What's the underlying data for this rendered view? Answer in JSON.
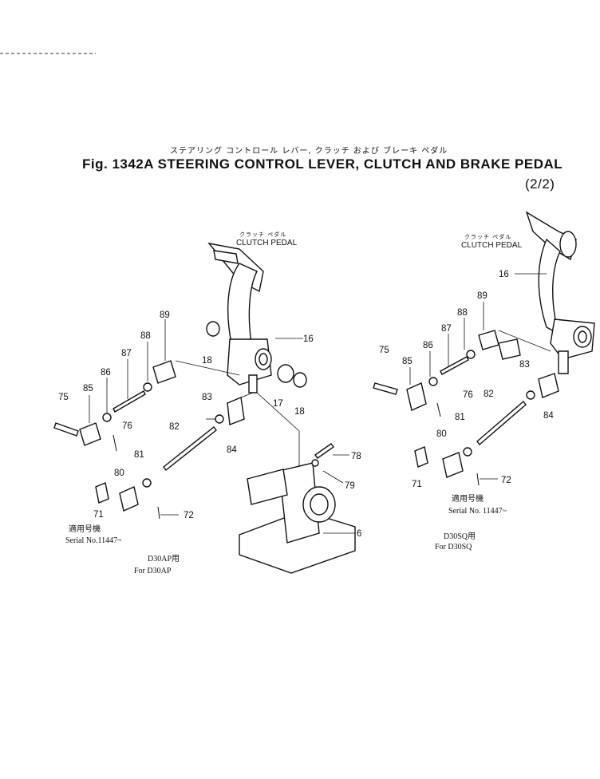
{
  "title": {
    "japanese": "ステアリング コントロール レバー, クラッチ および ブレーキ ペダル",
    "english": "Fig. 1342A STEERING CONTROL LEVER, CLUTCH AND BRAKE PEDAL",
    "page": "(2/2)"
  },
  "left_view": {
    "heading_jp": "クラッチ ペダル",
    "heading_en": "CLUTCH PEDAL",
    "callouts": {
      "c89": "89",
      "c88": "88",
      "c87": "87",
      "c86": "86",
      "c85": "85",
      "c75": "75",
      "c76": "76",
      "c18a": "18",
      "c16": "16",
      "c17": "17",
      "c18b": "18",
      "c83": "83",
      "c82": "82",
      "c84": "84",
      "c81": "81",
      "c80": "80",
      "c71": "71",
      "c72": "72",
      "c78": "78",
      "c79": "79",
      "c6": "6"
    },
    "serial_jp": "適用号機",
    "serial_en": "Serial No.11447~",
    "model_jp": "D30AP用",
    "model_en": "For D30AP"
  },
  "right_view": {
    "heading_jp": "クラッチ ペダル",
    "heading_en": "CLUTCH PEDAL",
    "callouts": {
      "c16": "16",
      "c89": "89",
      "c88": "88",
      "c87": "87",
      "c86": "86",
      "c75": "75",
      "c85": "85",
      "c83": "83",
      "c76": "76",
      "c82": "82",
      "c84": "84",
      "c81": "81",
      "c80": "80",
      "c71": "71",
      "c72": "72"
    },
    "serial_jp": "適用号機",
    "serial_en": "Serial No. 11447~",
    "model_jp": "D30SQ用",
    "model_en": "For D30SQ"
  }
}
